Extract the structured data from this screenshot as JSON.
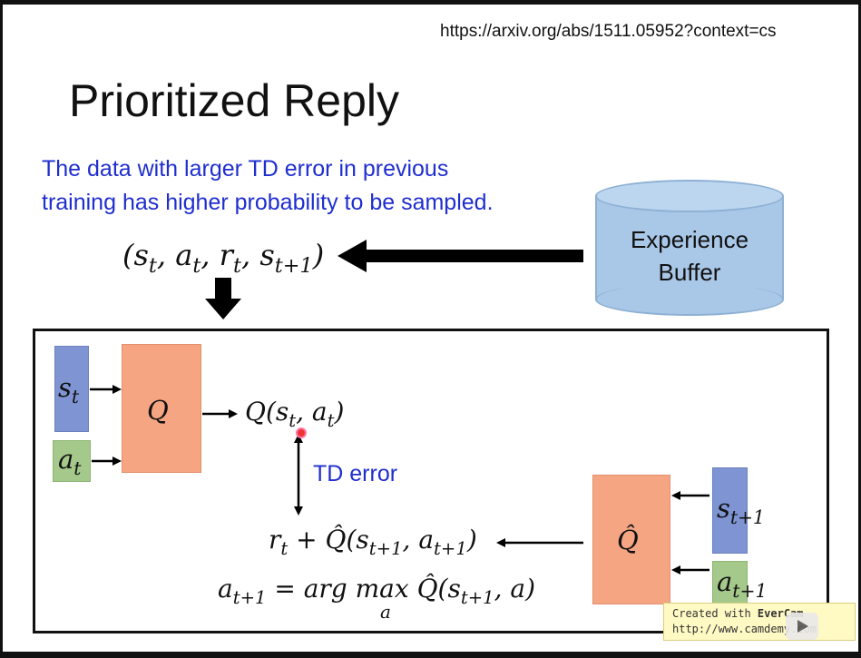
{
  "header": {
    "url": "https://arxiv.org/abs/1511.05952?context=cs",
    "title": "Prioritized Reply"
  },
  "note": {
    "line1": "The data with larger TD error in previous",
    "line2": "training has higher probability to be sampled."
  },
  "buffer": {
    "line1": "Experience",
    "line2": "Buffer"
  },
  "tuple": {
    "open": "(",
    "s": "s",
    "s_sub": "t",
    "a": "a",
    "a_sub": "t",
    "r": "r",
    "r_sub": "t",
    "s2": "s",
    "s2_sub": "t+1",
    "close": ")"
  },
  "network": {
    "st_label": "s",
    "st_sub": "t",
    "at_label": "a",
    "at_sub": "t",
    "q_label": "Q",
    "q_output": "Q(s",
    "q_output_sub1": "t",
    "q_output_mid": ", a",
    "q_output_sub2": "t",
    "q_output_end": ")",
    "td_error": "TD error",
    "target_r": "r",
    "target_r_sub": "t",
    "target_rest": " + Q̂(s",
    "target_sub1": "t+1",
    "target_mid": ", a",
    "target_sub2": "t+1",
    "target_end": ")",
    "argmax_a": "a",
    "argmax_a_sub": "t+1",
    "argmax_eq": " = arg max Q̂(s",
    "argmax_sub": "t+1",
    "argmax_end": ", a)",
    "argmax_under": "a",
    "qhat_label": "Q̂",
    "st1_label": "s",
    "st1_sub": "t+1",
    "at1_label": "a",
    "at1_sub": "t+1"
  },
  "watermark": {
    "line1_prefix": "Created with ",
    "line1_brand": "EverCam",
    "line2": "http://www.camdemy.com"
  },
  "colors": {
    "accent_text": "#1f2ecf",
    "state_box": "#7f95d3",
    "action_box": "#a4c98a",
    "network_box": "#f6a583",
    "buffer": "#a9c7e7"
  }
}
